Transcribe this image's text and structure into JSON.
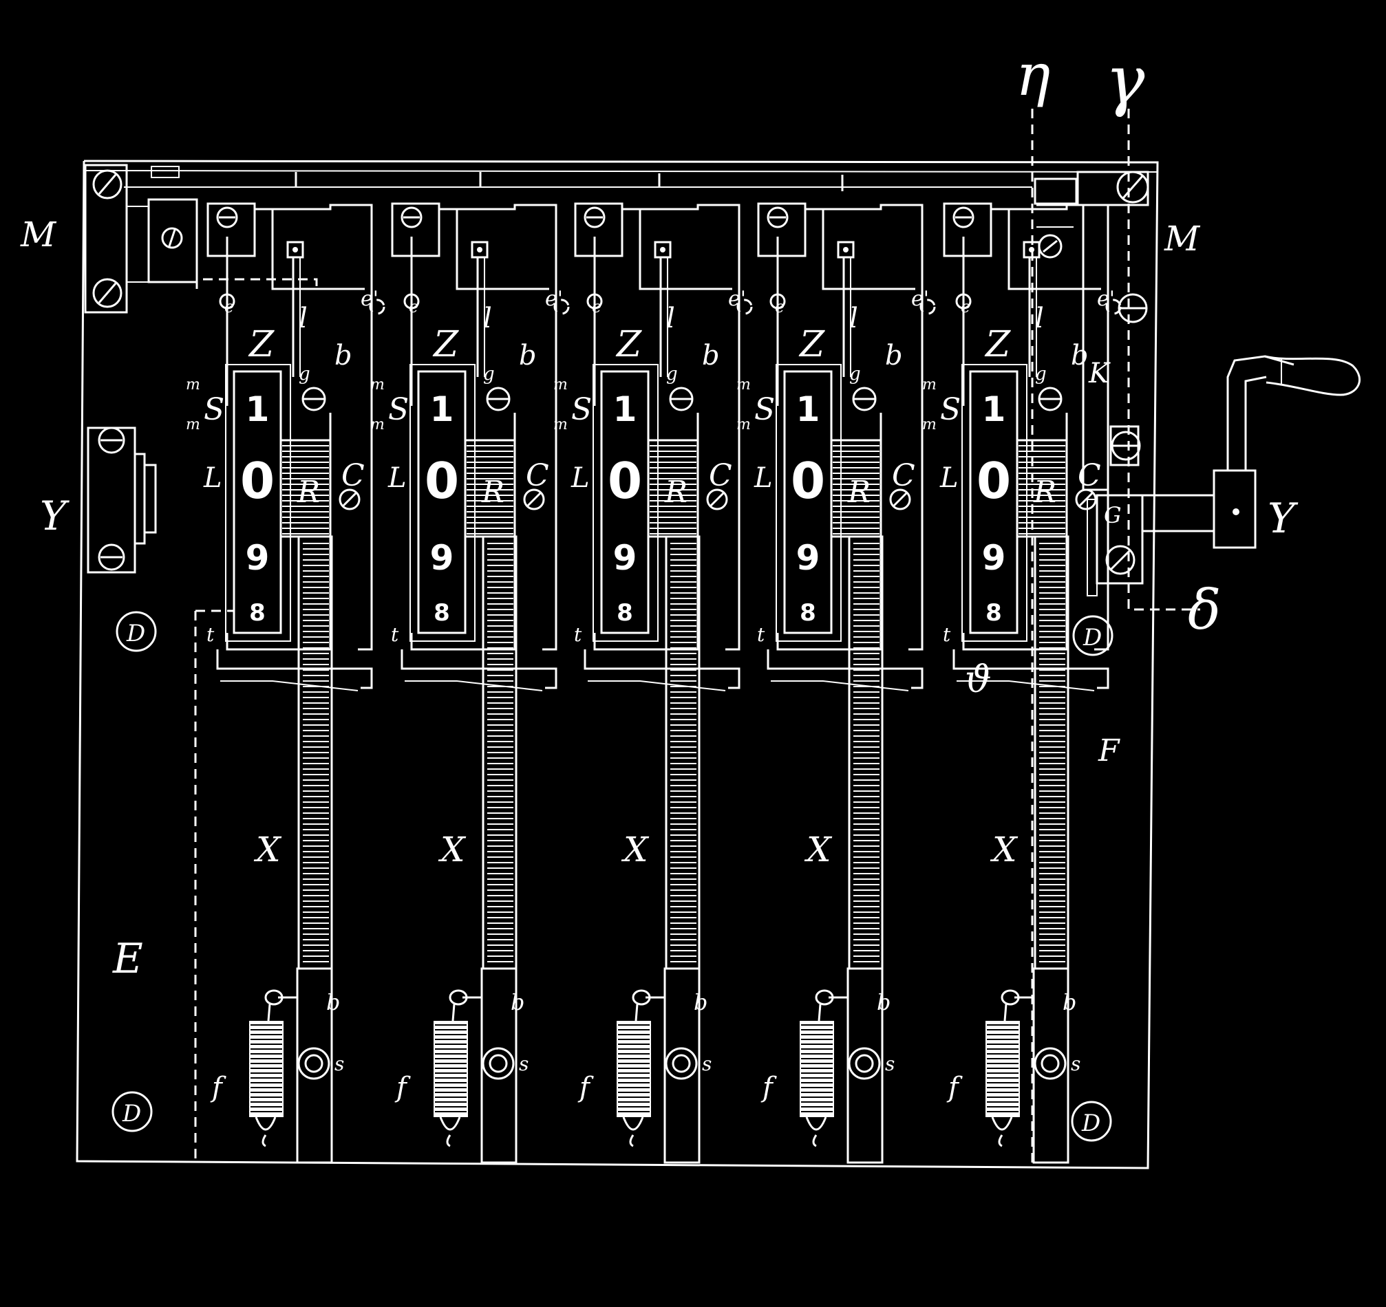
{
  "drawing": {
    "background": "#000000",
    "ink": "#ffffff",
    "wheel_count": 5,
    "digits": [
      "1",
      "0",
      "9",
      "8"
    ],
    "wheel_labels": {
      "top": "Z",
      "left_upper": "S",
      "left_mid": "L",
      "right_letter": "C",
      "rack_letter": "R",
      "pawl": "l",
      "guide": "b",
      "pin_left": "e",
      "pin_right": "e'",
      "tooth": "g",
      "small": "m",
      "stop": "t",
      "spring": "f",
      "bar": "b",
      "stud": "s",
      "rack_bar": "X"
    },
    "frame_labels": {
      "mount_left": "M",
      "mount_right": "M",
      "axle_left": "Y",
      "axle_right": "Y",
      "base_left": "E",
      "base_right": "F",
      "dial": "D",
      "lever": "K",
      "gear": "G",
      "theta": "ϑ"
    },
    "greek_labels": {
      "eta": "η",
      "gamma": "γ",
      "delta": "δ"
    },
    "handle": "crank-handle"
  }
}
